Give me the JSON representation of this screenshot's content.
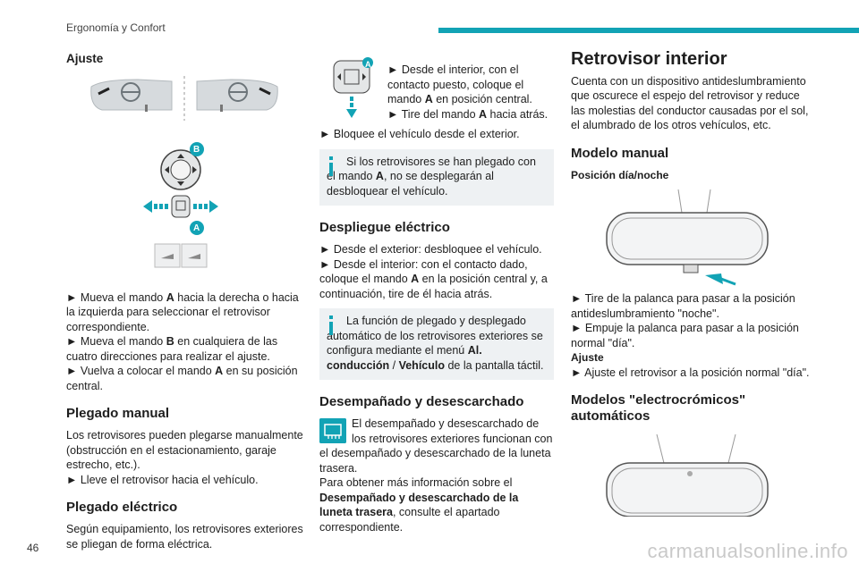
{
  "header": {
    "section": "Ergonomía y Confort"
  },
  "footer": {
    "page_number": "46",
    "watermark": "carmanualsonline.info"
  },
  "col1": {
    "ajuste_title": "Ajuste",
    "ajuste_p1a": "► Mueva el mando ",
    "ajuste_p1b": "A",
    "ajuste_p1c": " hacia la derecha o hacia la izquierda para seleccionar el retrovisor correspondiente.",
    "ajuste_p2a": "► Mueva el mando ",
    "ajuste_p2b": "B",
    "ajuste_p2c": " en cualquiera de las cuatro direcciones para realizar el ajuste.",
    "ajuste_p3a": "► Vuelva a colocar el mando ",
    "ajuste_p3b": "A",
    "ajuste_p3c": " en su posición central.",
    "plegado_manual_title": "Plegado manual",
    "plegado_manual_p1": "Los retrovisores pueden plegarse manualmente (obstrucción en el estacionamiento, garaje estrecho, etc.).",
    "plegado_manual_p2": "► Lleve el retrovisor hacia el vehículo.",
    "plegado_electrico_title": "Plegado eléctrico",
    "plegado_electrico_p1": "Según equipamiento, los retrovisores exteriores se pliegan de forma eléctrica.",
    "label_a": "A",
    "label_b": "B"
  },
  "col2": {
    "top_p1a": "► Desde el interior, con el contacto puesto, coloque el mando ",
    "top_p1b": "A",
    "top_p1c": " en posición central.",
    "top_p2a": "► Tire del mando ",
    "top_p2b": "A",
    "top_p2c": " hacia atrás.",
    "top_p3": "► Bloquee el vehículo desde el exterior.",
    "note1a": "Si los retrovisores se han plegado con el mando ",
    "note1b": "A",
    "note1c": ", no se desplegarán al desbloquear el vehículo.",
    "despliegue_title": "Despliegue eléctrico",
    "despliegue_p1": "► Desde el exterior: desbloquee el vehículo.",
    "despliegue_p2a": "► Desde el interior: con el contacto dado, coloque el mando ",
    "despliegue_p2b": "A",
    "despliegue_p2c": " en la posición central y, a continuación, tire de él hacia atrás.",
    "note2a": "La función de plegado y desplegado automático de los retrovisores exteriores se configura mediante el menú ",
    "note2b": "Al. conducción",
    "note2c": " / ",
    "note2d": "Vehículo",
    "note2e": " de la pantalla táctil.",
    "desempanado_title": "Desempañado y desescarchado",
    "desempanado_p1": "El desempañado y desescarchado de los retrovisores exteriores funcionan con el desempañado y desescarchado de la luneta trasera.",
    "desempanado_p2a": "Para obtener más información sobre el ",
    "desempanado_p2b": "Desempañado y desescarchado de la luneta trasera",
    "desempanado_p2c": ", consulte el apartado correspondiente.",
    "label_a": "A"
  },
  "col3": {
    "title": "Retrovisor interior",
    "intro": "Cuenta con un dispositivo antideslumbramiento que oscurece el espejo del retrovisor y reduce las molestias del conductor causadas por el sol, el alumbrado de los otros vehículos, etc.",
    "modelo_manual_title": "Modelo manual",
    "posicion_label": "Posición día/noche",
    "p1": "► Tire de la palanca para pasar a la posición antideslumbramiento \"noche\".",
    "p2": "► Empuje la palanca para pasar a la posición normal \"día\".",
    "ajuste_label": "Ajuste",
    "p3": "► Ajuste el retrovisor a la posición normal \"día\".",
    "electro_title": "Modelos \"electrocrómicos\" automáticos"
  },
  "colors": {
    "accent": "#12a3b5",
    "note_bg": "#eef1f3"
  },
  "icons": [
    "info-icon",
    "rear-defrost-icon",
    "joystick-icon",
    "mirror-icon",
    "car-icon"
  ]
}
